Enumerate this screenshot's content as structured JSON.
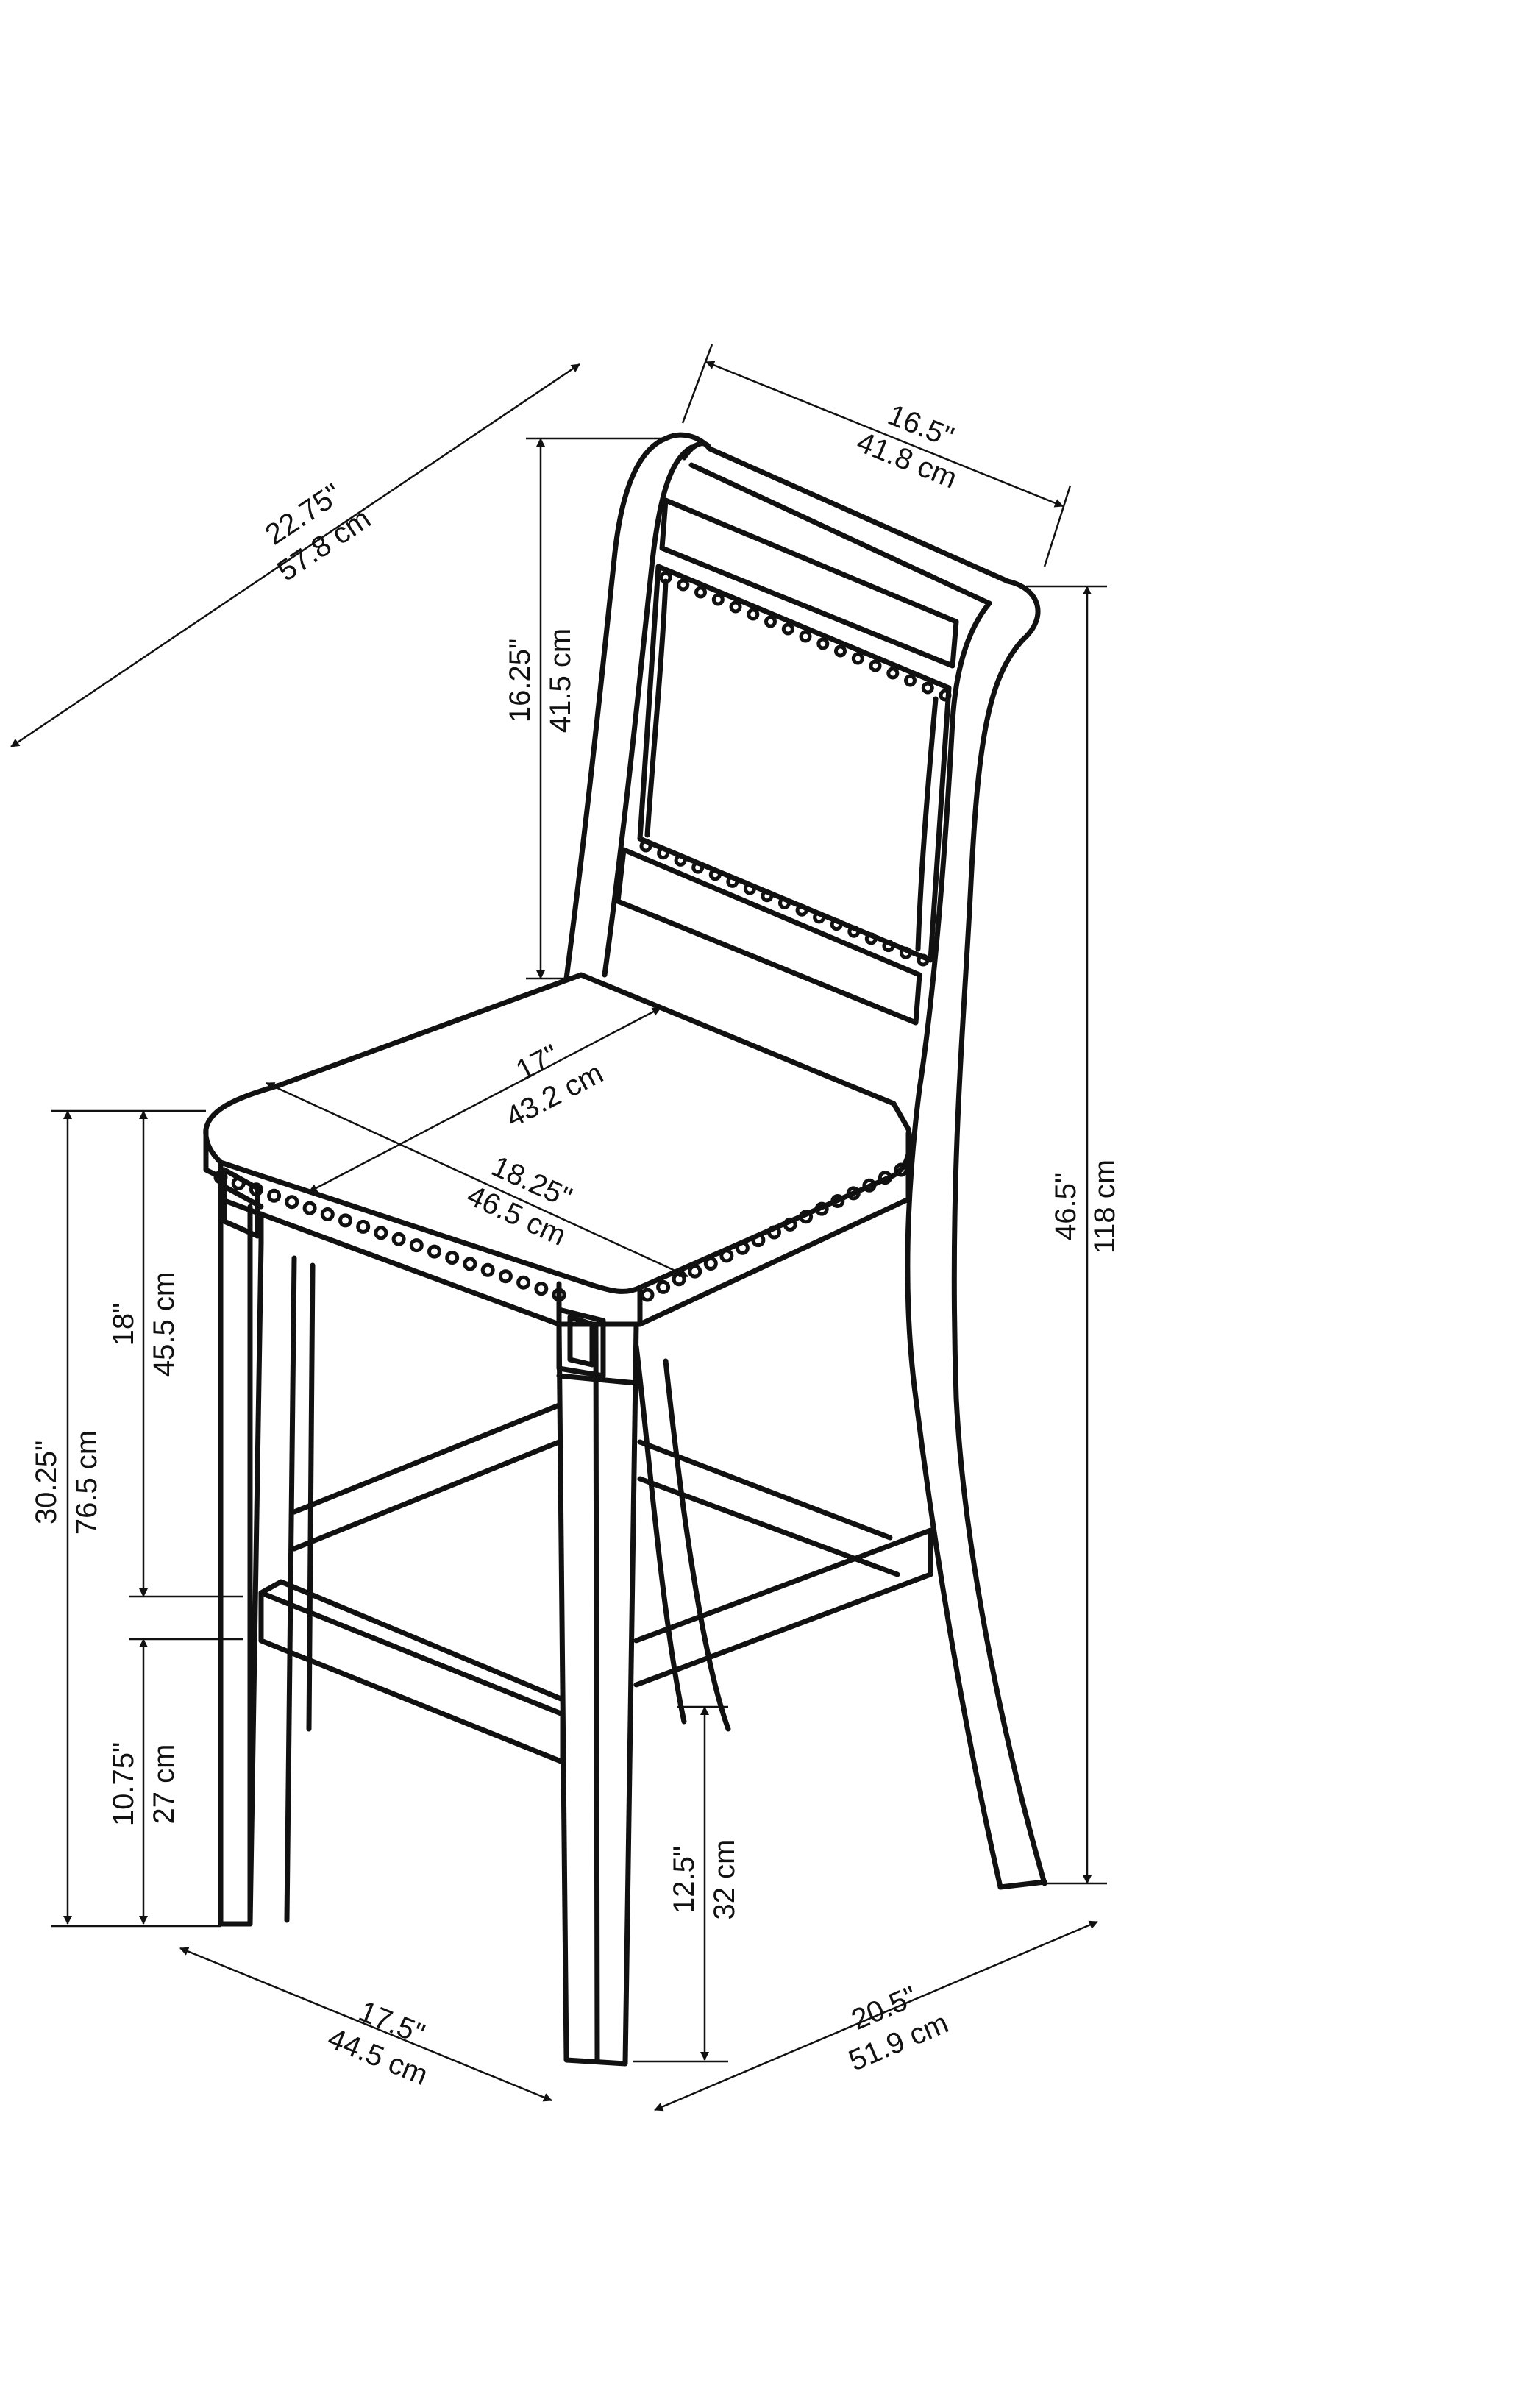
{
  "diagram": {
    "line_color": "#111111",
    "background": "#ffffff",
    "dimensions": {
      "overall_depth": {
        "inches": "22.75\"",
        "cm": "57.8 cm"
      },
      "back_top_width": {
        "inches": "16.5\"",
        "cm": "41.8 cm"
      },
      "back_height": {
        "inches": "16.25\"",
        "cm": "41.5 cm"
      },
      "seat_depth": {
        "inches": "17\"",
        "cm": "43.2 cm"
      },
      "seat_width": {
        "inches": "18.25\"",
        "cm": "46.5 cm"
      },
      "overall_height": {
        "inches": "46.5\"",
        "cm": "118 cm"
      },
      "seat_height": {
        "inches": "30.25\"",
        "cm": "76.5 cm"
      },
      "seat_to_footrest": {
        "inches": "18\"",
        "cm": "45.5 cm"
      },
      "footrest_height": {
        "inches": "10.75\"",
        "cm": "27 cm"
      },
      "rear_stretcher_height": {
        "inches": "12.5\"",
        "cm": "32 cm"
      },
      "base_width": {
        "inches": "17.5\"",
        "cm": "44.5 cm"
      },
      "base_depth": {
        "inches": "20.5\"",
        "cm": "51.9 cm"
      }
    }
  }
}
